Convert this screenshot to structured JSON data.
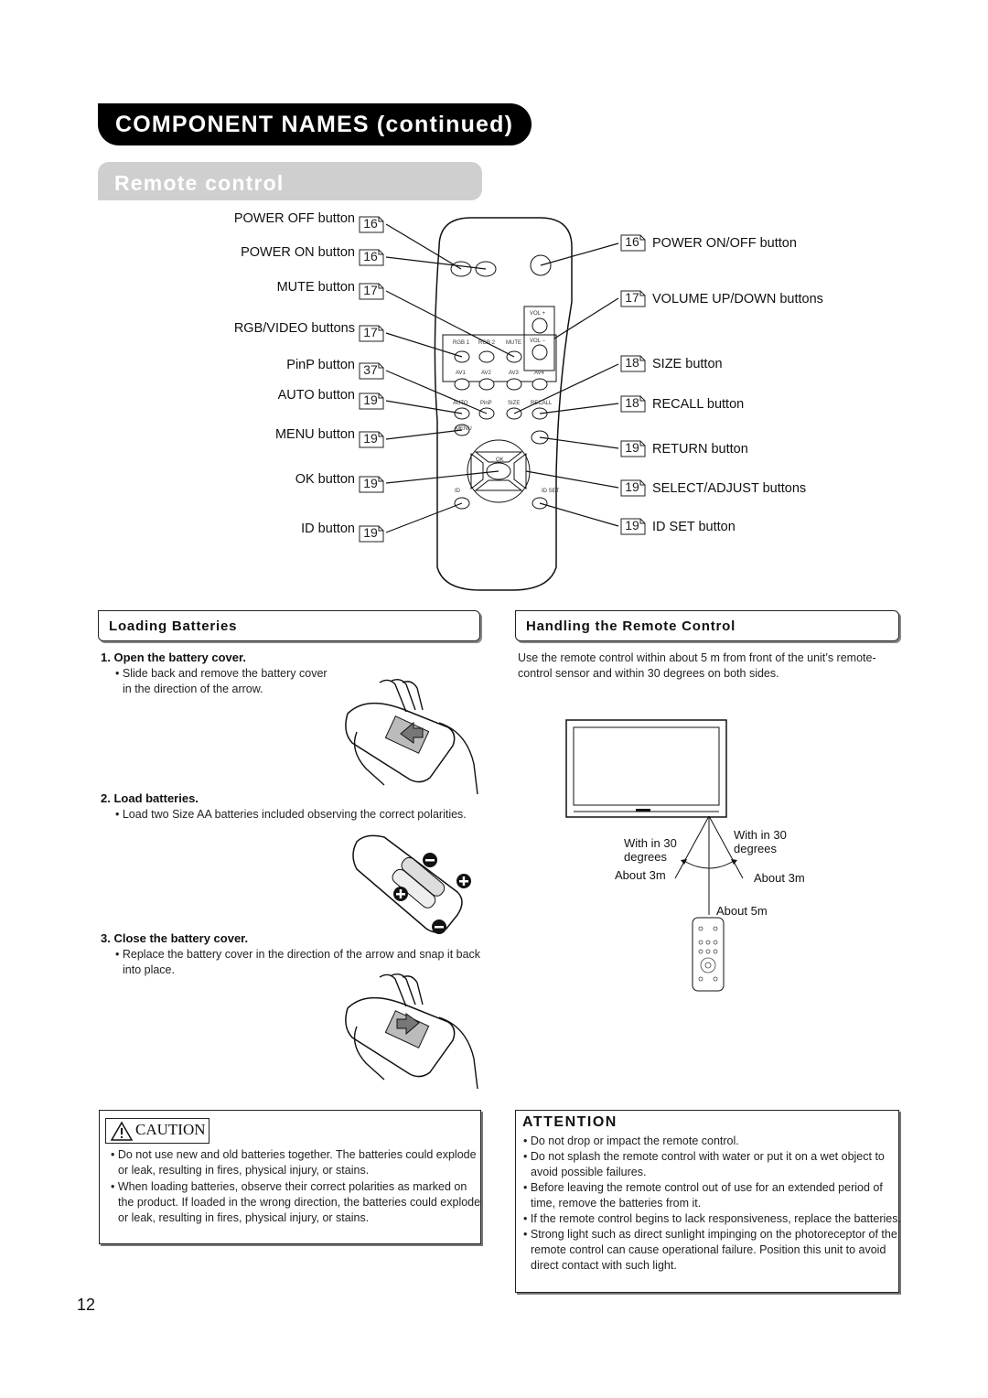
{
  "header": {
    "title": "COMPONENT NAMES (continued)",
    "subtitle": "Remote control"
  },
  "left_callouts": [
    {
      "label": "POWER OFF button",
      "ref": "16"
    },
    {
      "label": "POWER ON button",
      "ref": "16"
    },
    {
      "label": "MUTE button",
      "ref": "17"
    },
    {
      "label": "RGB/VIDEO buttons",
      "ref": "17"
    },
    {
      "label": "PinP button",
      "ref": "37"
    },
    {
      "label": "AUTO button",
      "ref": "19"
    },
    {
      "label": "MENU button",
      "ref": "19"
    },
    {
      "label": "OK button",
      "ref": "19"
    },
    {
      "label": "ID button",
      "ref": "19"
    }
  ],
  "right_callouts": [
    {
      "label": "POWER ON/OFF button",
      "ref": "16"
    },
    {
      "label": "VOLUME UP/DOWN buttons",
      "ref": "17"
    },
    {
      "label": "SIZE button",
      "ref": "18"
    },
    {
      "label": "RECALL button",
      "ref": "18"
    },
    {
      "label": "RETURN button",
      "ref": "19"
    },
    {
      "label": "SELECT/ADJUST buttons",
      "ref": "19"
    },
    {
      "label": "ID SET button",
      "ref": "19"
    }
  ],
  "remote_labels": {
    "vol_plus": "VOL +",
    "vol_minus": "VOL −",
    "rgb1": "RGB 1",
    "rgb2": "RGB 2",
    "mute": "MUTE",
    "av1": "AV1",
    "av2": "AV2",
    "av3": "AV3",
    "av4": "AV4",
    "auto": "AUTO",
    "pinp": "PinP",
    "size": "SIZE",
    "recall": "RECALL",
    "menu": "MENU",
    "ok": "OK",
    "id": "ID",
    "idset": "ID SET"
  },
  "loading": {
    "title": "Loading Batteries",
    "step1_title": "1. Open the battery cover.",
    "step1_text": "Slide back and remove the battery cover in the direction of the arrow.",
    "step2_title": "2. Load batteries.",
    "step2_text": "Load two Size AA batteries included observing the correct polarities.",
    "step3_title": "3. Close the battery cover.",
    "step3_text": "Replace the battery cover in the direction of the arrow and snap it back into place."
  },
  "handling": {
    "title": "Handling the Remote Control",
    "text": "Use the remote control within about 5 m from front of the unit’s remote-control sensor and within 30 degrees on both sides.",
    "with_in_30_left_1": "With in 30",
    "with_in_30_left_2": "degrees",
    "with_in_30_right_1": "With in 30",
    "with_in_30_right_2": "degrees",
    "about_3m_left": "About 3m",
    "about_3m_right": "About 3m",
    "about_5m": "About 5m"
  },
  "caution": {
    "title": "CAUTION",
    "items": [
      "Do not use new and old batteries together.  The batteries could explode or leak, resulting in fires, physical injury, or stains.",
      "When loading batteries, observe their correct polarities as marked on the product. If loaded in the wrong direction, the batteries could explode or leak, resulting in fires, physical injury, or stains."
    ]
  },
  "attention": {
    "title": "ATTENTION",
    "items": [
      "Do not drop or impact the remote control.",
      "Do not splash the remote control with water or put it on a wet object to avoid possible failures.",
      "Before leaving the remote control out of use for an extended period of time, remove the batteries from it.",
      "If the remote control begins to lack responsiveness, replace the batteries.",
      "Strong light such as direct sunlight impinging on the photoreceptor of the remote control can cause operational failure. Position this unit to avoid direct contact with such light."
    ]
  },
  "page_number": "12"
}
